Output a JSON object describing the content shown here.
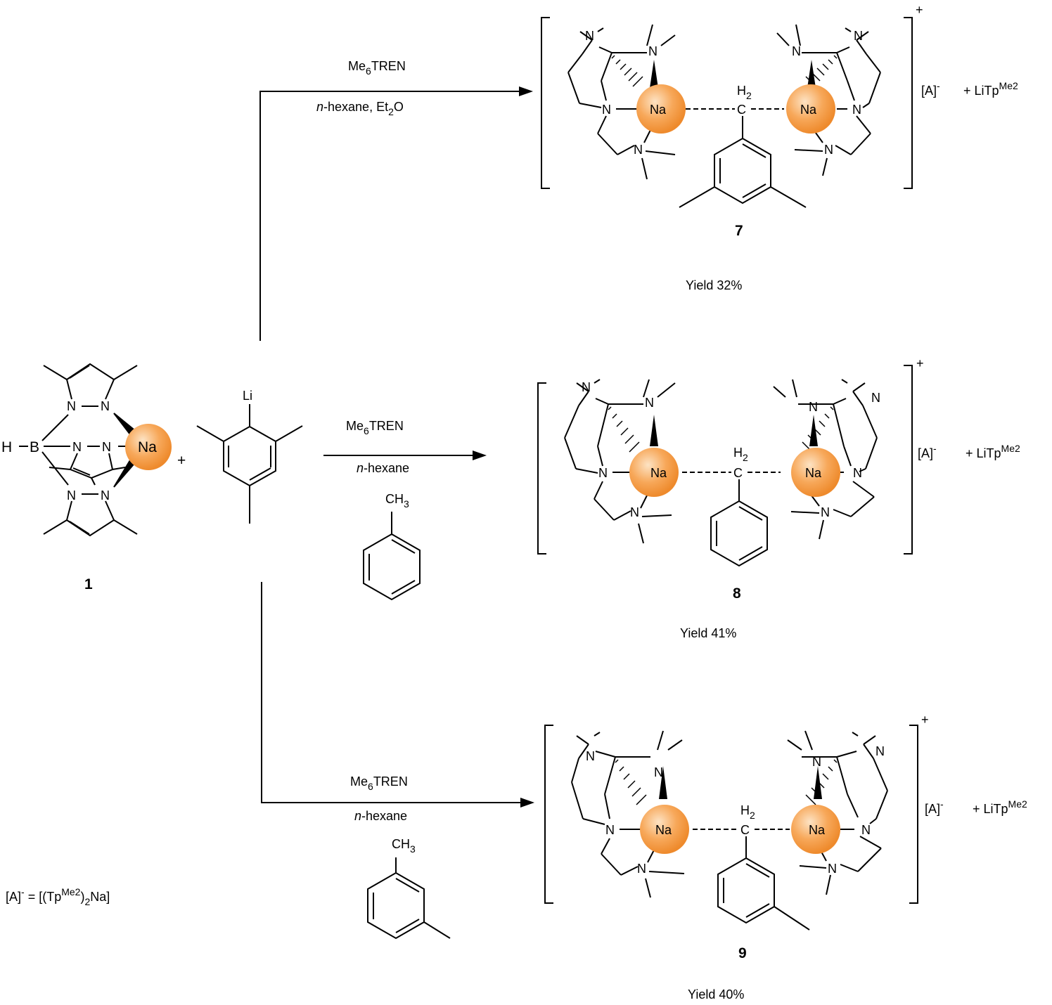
{
  "reactant": {
    "compound_number": "1",
    "metal": "Na",
    "boron_hydride": "H",
    "boron": "B",
    "nitrogen": "N",
    "plus": "+"
  },
  "mesityl_lithium": {
    "metal": "Li"
  },
  "routes": [
    {
      "reagent_main": "Me",
      "reagent_sub": "6",
      "reagent_tail": "TREN",
      "solvent_prefix": "n",
      "solvent_main": "-hexane, Et",
      "solvent_sub": "2",
      "solvent_tail": "O",
      "product_number": "7",
      "yield": "Yield 32%"
    },
    {
      "reagent_main": "Me",
      "reagent_sub": "6",
      "reagent_tail": "TREN",
      "solvent_prefix": "n",
      "solvent_main": "-hexane",
      "substrate_label": "CH",
      "substrate_sub": "3",
      "product_number": "8",
      "yield": "Yield 41%"
    },
    {
      "reagent_main": "Me",
      "reagent_sub": "6",
      "reagent_tail": "TREN",
      "solvent_prefix": "n",
      "solvent_main": "-hexane",
      "substrate_label": "CH",
      "substrate_sub": "3",
      "product_number": "9",
      "yield": "Yield 40%"
    }
  ],
  "product_common": {
    "charge": "+",
    "metal": "Na",
    "nitrogen": "N",
    "bridge_carbon": "C",
    "bridge_h": "H",
    "bridge_h_sub": "2",
    "anion": "[A]",
    "anion_sup": "-",
    "byproduct_prefix": "+  LiTp",
    "byproduct_sup": "Me2"
  },
  "footnote": {
    "lhs": "[A]",
    "lhs_sup": "-",
    "eq": " = [(Tp",
    "sup": "Me2",
    "sub": "2",
    "tail": "Na]",
    "close": ")"
  },
  "colors": {
    "sodium_sphere": "#f5a04a",
    "sodium_highlight": "#fde3c4",
    "line": "#000000"
  }
}
